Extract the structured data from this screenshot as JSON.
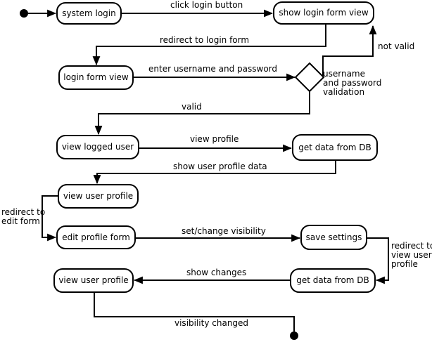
{
  "nodes": {
    "system_login": "system login",
    "show_login_form_view": "show login form view",
    "login_form_view": "login form view",
    "view_logged_user": "view logged user",
    "get_data_from_db_1": "get data from DB",
    "view_user_profile_1": "view user profile",
    "edit_profile_form": "edit profile form",
    "save_settings": "save settings",
    "get_data_from_db_2": "get data from DB",
    "view_user_profile_2": "view user profile"
  },
  "decision": {
    "label_lines": [
      "username",
      "and password",
      "validation"
    ]
  },
  "edge_labels": {
    "click_login_button": "click login button",
    "redirect_to_login_form": "redirect to login form",
    "not_valid": "not valid",
    "enter_username_and_password": "enter username and password",
    "valid": "valid",
    "view_profile": "view profile",
    "show_user_profile_data": "show user profile data",
    "redirect_to_edit_form_lines": [
      "redirect to",
      "edit form"
    ],
    "set_change_visibility": "set/change visibility",
    "redirect_to_view_user_profile_lines": [
      "redirect to",
      "view user",
      "profile"
    ],
    "show_changes": "show changes",
    "visibility_changed": "visibility changed"
  },
  "flow": [
    {
      "from": "start",
      "to": "system_login",
      "label": ""
    },
    {
      "from": "system_login",
      "to": "show_login_form_view",
      "label": "click login button"
    },
    {
      "from": "show_login_form_view",
      "to": "login_form_view",
      "label": "redirect to login form"
    },
    {
      "from": "login_form_view",
      "to": "username_and_password_validation",
      "label": "enter username and password"
    },
    {
      "from": "username_and_password_validation",
      "to": "show_login_form_view",
      "label": "not valid"
    },
    {
      "from": "username_and_password_validation",
      "to": "view_logged_user",
      "label": "valid"
    },
    {
      "from": "view_logged_user",
      "to": "get_data_from_db_1",
      "label": "view profile"
    },
    {
      "from": "get_data_from_db_1",
      "to": "view_user_profile_1",
      "label": "show user profile data"
    },
    {
      "from": "view_user_profile_1",
      "to": "edit_profile_form",
      "label": "redirect to edit form"
    },
    {
      "from": "edit_profile_form",
      "to": "save_settings",
      "label": "set/change visibility"
    },
    {
      "from": "save_settings",
      "to": "get_data_from_db_2",
      "label": "redirect to view user profile"
    },
    {
      "from": "get_data_from_db_2",
      "to": "view_user_profile_2",
      "label": "show changes"
    },
    {
      "from": "view_user_profile_2",
      "to": "end",
      "label": "visibility changed"
    }
  ],
  "colors": {
    "stroke": "#000000",
    "background": "#ffffff",
    "text": "#000000"
  }
}
